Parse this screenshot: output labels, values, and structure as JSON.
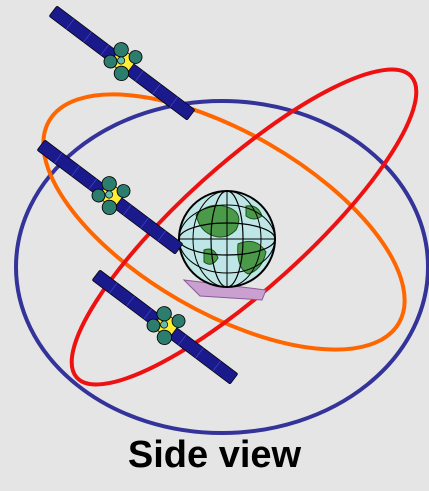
{
  "caption": "Side view",
  "colors": {
    "background": "#e5e5e5",
    "orbit_blue": "#333399",
    "orbit_red": "#ee1111",
    "orbit_orange": "#ff6600",
    "satellite_panel": "#1a1a8c",
    "satellite_body": "#2d7d6f",
    "satellite_core": "#ffee33",
    "globe_ocean": "#bfe6e6",
    "globe_land": "#4a9a4a"
  },
  "satellites": [
    {
      "name": "satellite-top"
    },
    {
      "name": "satellite-middle"
    },
    {
      "name": "satellite-bottom"
    }
  ],
  "icons": [
    "globe-icon",
    "satellite-icon"
  ]
}
